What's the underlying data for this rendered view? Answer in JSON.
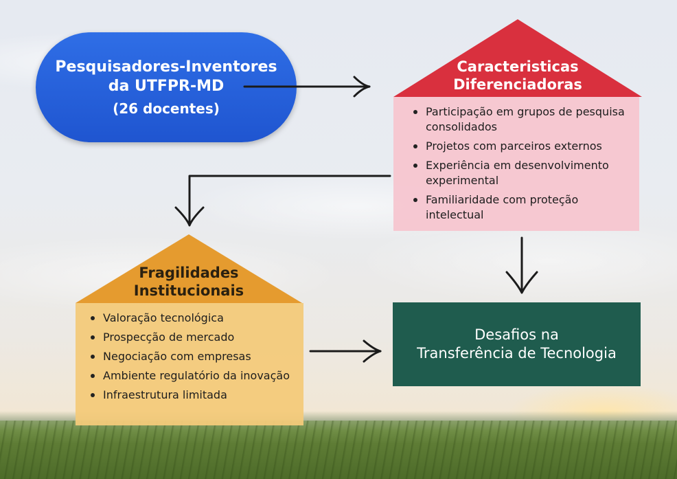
{
  "researchers": {
    "line1": "Pesquisadores-Inventores",
    "line2": "da UTFPR-MD",
    "line3": "(26 docentes)",
    "color": "#2a64e0"
  },
  "characteristics": {
    "title_line1": "Caracteristicas",
    "title_line2": "Diferenciadoras",
    "color": "#d9303e",
    "items": [
      "Participação em grupos de pesquisa consolidados",
      "Projetos com parceiros externos",
      "Experiência em desenvolvimento experimental",
      "Familiaridade com proteção intelectual"
    ]
  },
  "fragilities": {
    "title_line1": "Fragilidades",
    "title_line2": "Institucionais",
    "color": "#e59b2f",
    "items": [
      "Valoração tecnológica",
      "Prospecção de mercado",
      "Negociação com empresas",
      "Ambiente regulatório da inovação",
      "Infraestrutura limitada"
    ]
  },
  "challenges": {
    "line1": "Desafios na",
    "line2": "Transferência de Tecnologia",
    "color": "#1f5c4e"
  }
}
